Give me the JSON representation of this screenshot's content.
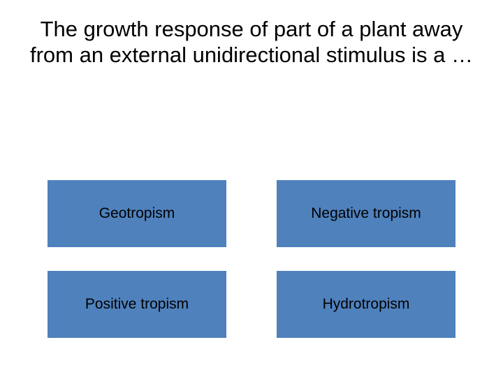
{
  "slide": {
    "question": "The growth response of part of a plant away from an external unidirectional stimulus is a …",
    "background_color": "#ffffff",
    "option_color": "#4f81bd",
    "text_color": "#000000",
    "options": [
      {
        "label": "Geotropism"
      },
      {
        "label": "Negative tropism"
      },
      {
        "label": "Positive tropism"
      },
      {
        "label": "Hydrotropism"
      }
    ]
  }
}
